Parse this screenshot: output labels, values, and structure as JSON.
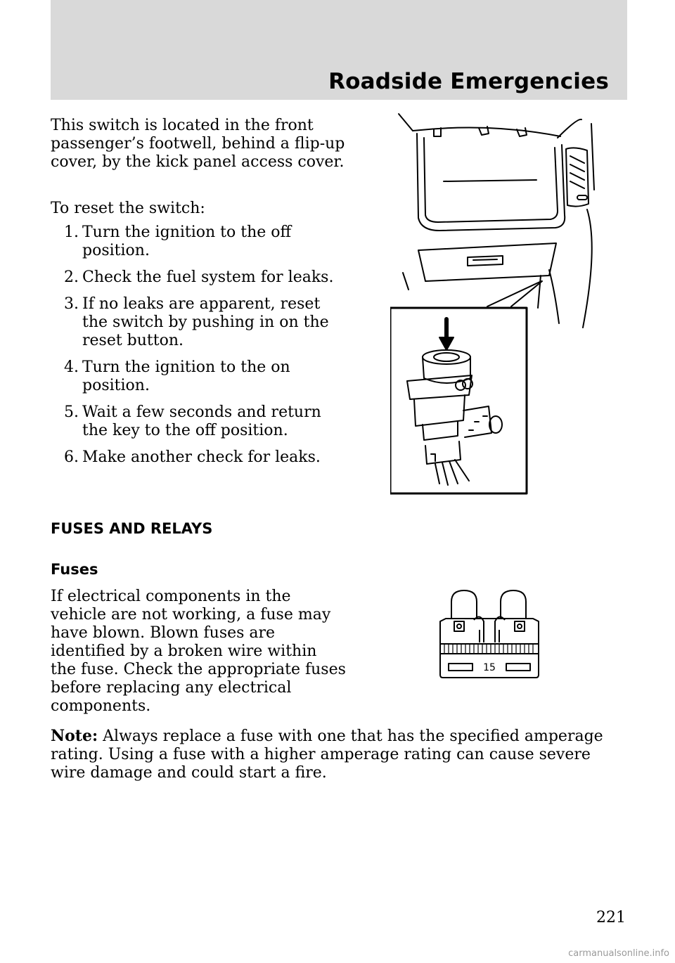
{
  "header": {
    "section_title": "Roadside Emergencies"
  },
  "inertia_switch": {
    "description": "This switch is located in the front passenger’s footwell, behind a flip-up cover, by the kick panel access cover.",
    "reset_intro": "To reset the switch:",
    "steps": [
      {
        "num": "1.",
        "text": "Turn the ignition to the off position."
      },
      {
        "num": "2.",
        "text": "Check the fuel system for leaks."
      },
      {
        "num": "3.",
        "text": "If no leaks are apparent, reset the switch by pushing in on the reset button."
      },
      {
        "num": "4.",
        "text": "Turn the ignition to the on position."
      },
      {
        "num": "5.",
        "text": "Wait a few seconds and return the key to the off position."
      },
      {
        "num": "6.",
        "text": "Make another check for leaks."
      }
    ]
  },
  "fuses_relays": {
    "heading": "FUSES AND RELAYS",
    "subheading": "Fuses",
    "paragraph": "If electrical components in the vehicle are not working, a fuse may have blown. Blown fuses are identified by a broken wire within the fuse. Check the appropriate fuses before replacing any electrical components.",
    "note_label": "Note:",
    "note_text": " Always replace a fuse with one that has the specified amperage rating. Using a fuse with a higher amperage rating can cause severe wire damage and could start a fire.",
    "fuse_rating": "15"
  },
  "footer": {
    "page_number": "221",
    "watermark": "carmanualsonline.info"
  }
}
